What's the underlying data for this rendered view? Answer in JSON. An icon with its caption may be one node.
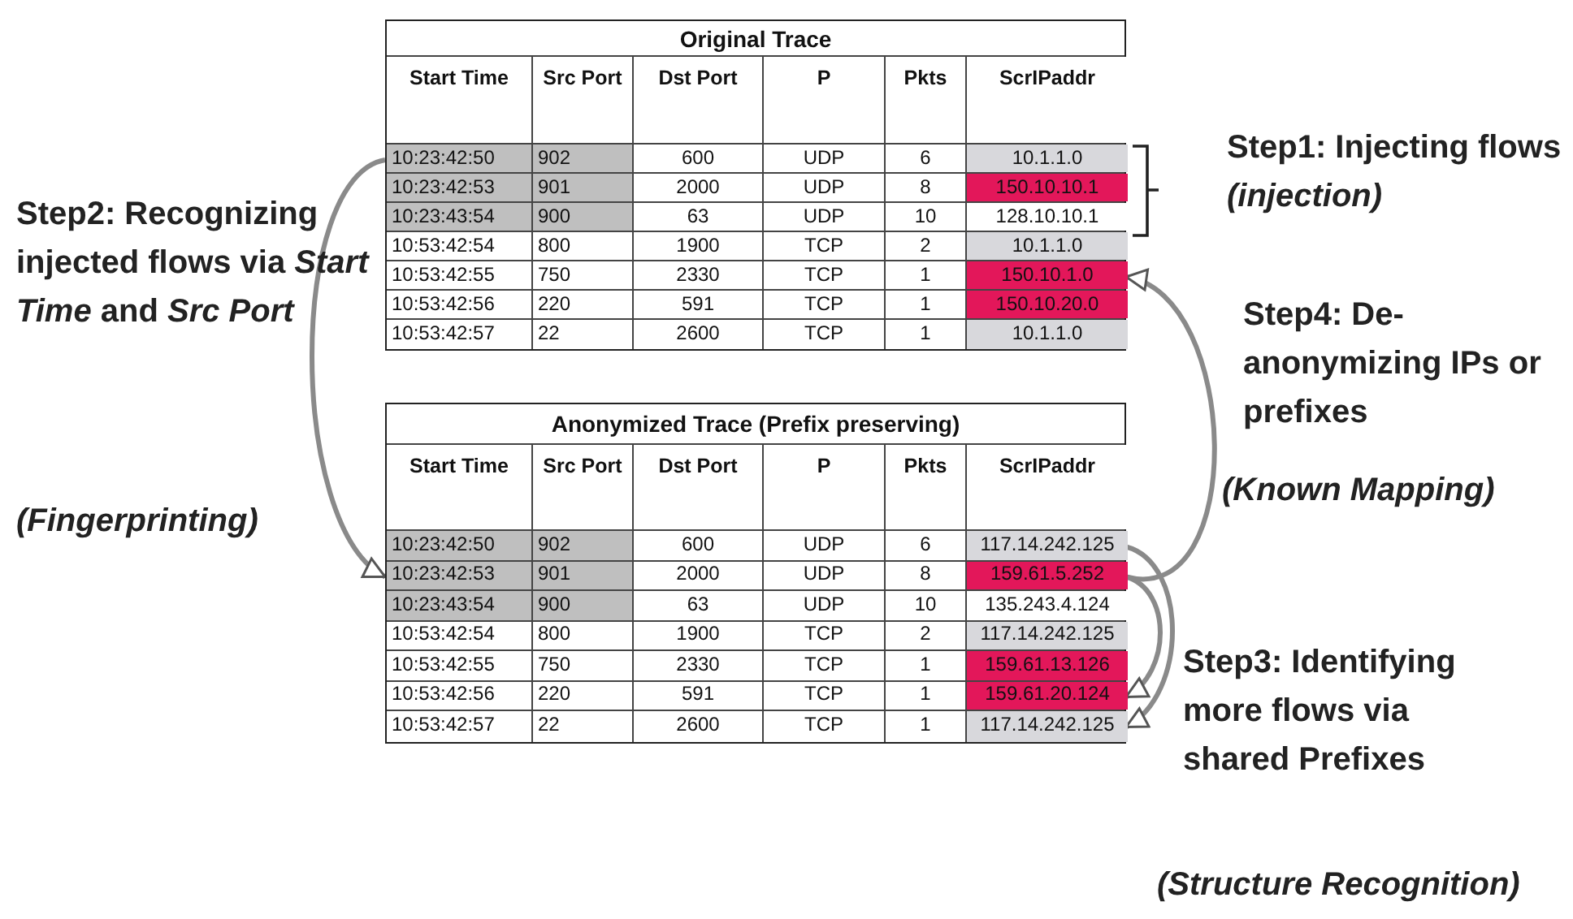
{
  "diagram": {
    "nodes": [
      {
        "text": [
          "Original Trace"
        ]
      },
      {
        "text": [
          "Start Time",
          "Src Port",
          "Dst Port",
          "P",
          "Pkts",
          "ScrIPaddr"
        ],
        "in": 0
      },
      {
        "text": [
          "10:23:42:50",
          "902",
          "600",
          "UDP",
          "6",
          "10.1.1.0"
        ],
        "in": 0
      },
      {
        "text": [
          "10:23:42:53",
          "901",
          "2000",
          "UDP",
          "8",
          "150.10.10.1"
        ],
        "in": 0
      },
      {
        "text": [
          "10:23:43:54",
          "900",
          "63",
          "UDP",
          "10",
          "128.10.10.1"
        ],
        "in": 0
      },
      {
        "text": [
          "10:53:42:54",
          "800",
          "1900",
          "TCP",
          "2",
          "10.1.1.0"
        ],
        "in": 0
      },
      {
        "text": [
          "10:53:42:55",
          "750",
          "2330",
          "TCP",
          "1",
          "150.10.1.0"
        ],
        "in": 0
      },
      {
        "text": [
          "10:53:42:56",
          "220",
          "591",
          "TCP",
          "1",
          "150.10.20.0"
        ],
        "in": 0
      },
      {
        "text": [
          "10:53:42:57",
          "22",
          "2600",
          "TCP",
          "1",
          "10.1.1.0"
        ],
        "in": 0
      },
      {
        "text": [
          "Anonymized Trace (Prefix preserving)"
        ]
      },
      {
        "text": [
          "Start Time",
          "Src Port",
          "Dst Port",
          "P",
          "Pkts",
          "ScrIPaddr"
        ],
        "in": 9
      },
      {
        "text": [
          "10:23:42:50",
          "902",
          "600",
          "UDP",
          "6",
          "117.14.242.125"
        ],
        "in": 9
      },
      {
        "text": [
          "10:23:42:53",
          "901",
          "2000",
          "UDP",
          "8",
          "159.61.5.252"
        ],
        "in": 9
      },
      {
        "text": [
          "10:23:43:54",
          "900",
          "63",
          "UDP",
          "10",
          "135.243.4.124"
        ],
        "in": 9
      },
      {
        "text": [
          "10:53:42:54",
          "800",
          "1900",
          "TCP",
          "2",
          "117.14.242.125"
        ],
        "in": 9
      },
      {
        "text": [
          "10:53:42:55",
          "750",
          "2330",
          "TCP",
          "1",
          "159.61.13.126"
        ],
        "in": 9
      },
      {
        "text": [
          "10:53:42:56",
          "220",
          "591",
          "TCP",
          "1",
          "159.61.20.124"
        ],
        "in": 9
      },
      {
        "text": [
          "10:53:42:57",
          "22",
          "2600",
          "TCP",
          "1",
          "117.14.242.125"
        ],
        "in": 9
      }
    ],
    "edges": [
      {
        "from": 2,
        "to": 12,
        "arrow": "to"
      },
      {
        "from": 12,
        "to": 6,
        "arrow": "to"
      },
      {
        "from": 11,
        "to": 17,
        "arrow": "to"
      },
      {
        "from": 12,
        "to": 16,
        "arrow": "to"
      }
    ],
    "labels": [
      "Step1: Injecting flows *(injection)*",
      "Step2: Recognizing injected flows via *Start Time* and *Src Port*",
      "(Fingerprinting)",
      "Step4: De-anonymizing IPs or prefixes",
      "(Known Mapping)",
      "Step3: Identifying more flows via shared Prefixes",
      "(Structure Recognition)"
    ]
  }
}
